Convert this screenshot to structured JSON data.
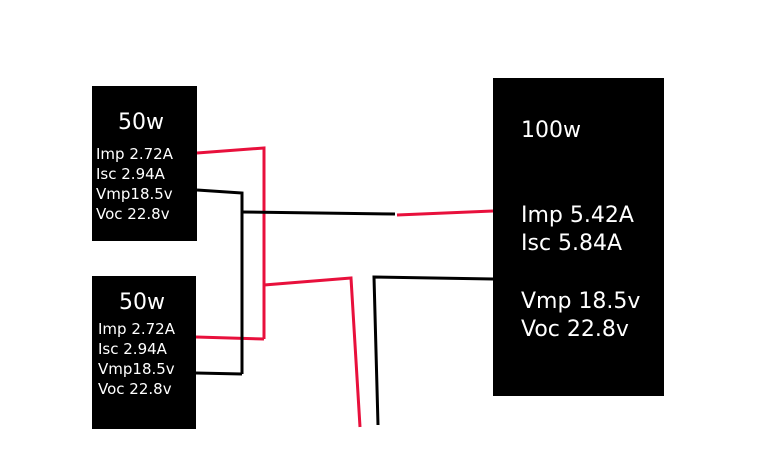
{
  "panels": [
    {
      "title": "50w",
      "lines": [
        "Imp 2.72A",
        "Isc 2.94A",
        "Vmp18.5v",
        "Voc 22.8v"
      ]
    },
    {
      "title": "50w",
      "lines": [
        "Imp 2.72A",
        "Isc 2.94A",
        "Vmp18.5v",
        "Voc 22.8v"
      ]
    }
  ],
  "combined": {
    "title": "100w",
    "current_lines": [
      "Imp 5.42A",
      "Isc 5.84A"
    ],
    "voltage_lines": [
      "Vmp 18.5v",
      "Voc 22.8v"
    ]
  },
  "colors": {
    "positive_wire": "#e8103c",
    "negative_wire": "#000000",
    "panel_fill": "#000000",
    "panel_text": "#ffffff"
  }
}
